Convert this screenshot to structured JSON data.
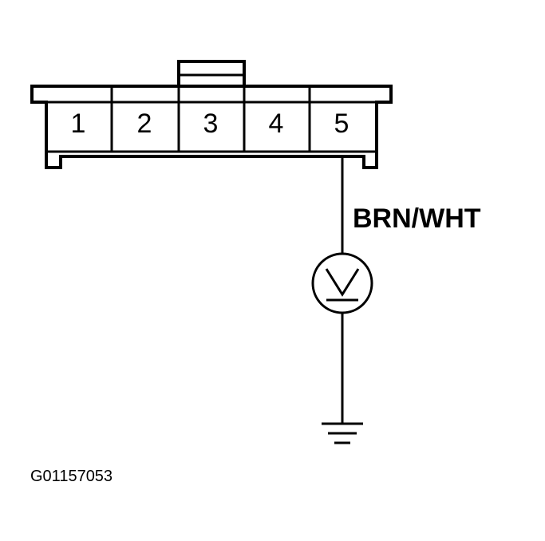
{
  "connector": {
    "pins": [
      "1",
      "2",
      "3",
      "4",
      "5"
    ],
    "active_pin": "5"
  },
  "wire": {
    "color_code": "BRN/WHT"
  },
  "figure_id": "G01157053",
  "colors": {
    "line": "#000000",
    "background": "#ffffff"
  }
}
